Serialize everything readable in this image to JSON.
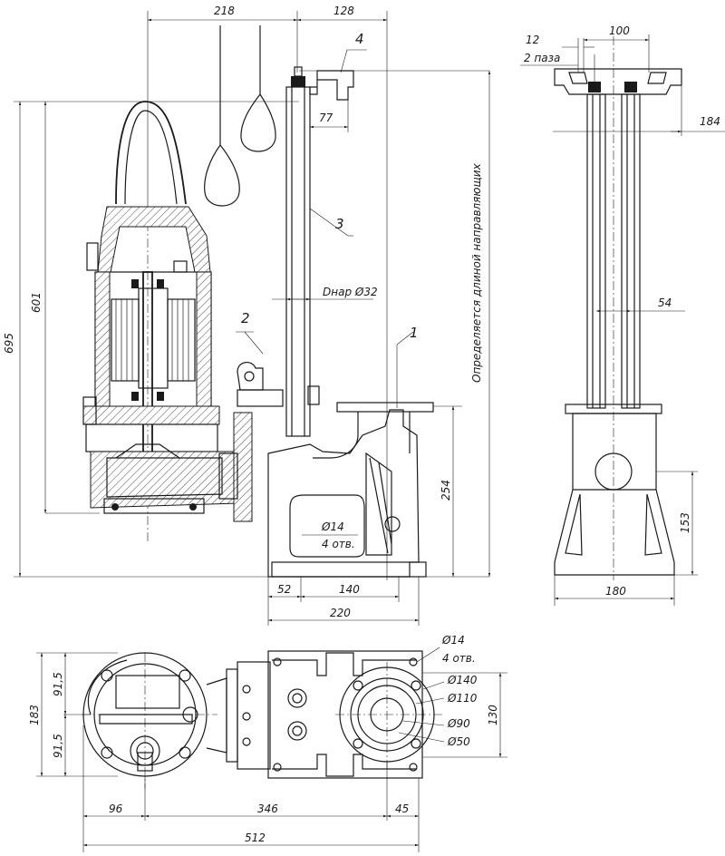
{
  "dimensions": {
    "top_218": "218",
    "top_128": "128",
    "left_695": "695",
    "left_601": "601",
    "d_77": "77",
    "d_pipe": "Dнар Ø32",
    "d_254": "254",
    "d_14": "Ø14",
    "d_4holes": "4 отв.",
    "d_52": "52",
    "d_140": "140",
    "d_220": "220",
    "guide_note": "Определяется длиной направляющих",
    "side_12": "12",
    "side_2slots": "2 паза",
    "side_100": "100",
    "side_184": "184",
    "side_54": "54",
    "side_153": "153",
    "side_180": "180",
    "plan_915_top": "91,5",
    "plan_915_bottom": "91,5",
    "plan_183": "183",
    "plan_14": "Ø14",
    "plan_4holes": "4 отв.",
    "plan_140": "Ø140",
    "plan_110": "Ø110",
    "plan_90": "Ø90",
    "plan_50": "Ø50",
    "plan_130": "130",
    "plan_96": "96",
    "plan_346": "346",
    "plan_45": "45",
    "plan_512": "512"
  },
  "callouts": [
    "1",
    "2",
    "3",
    "4"
  ]
}
